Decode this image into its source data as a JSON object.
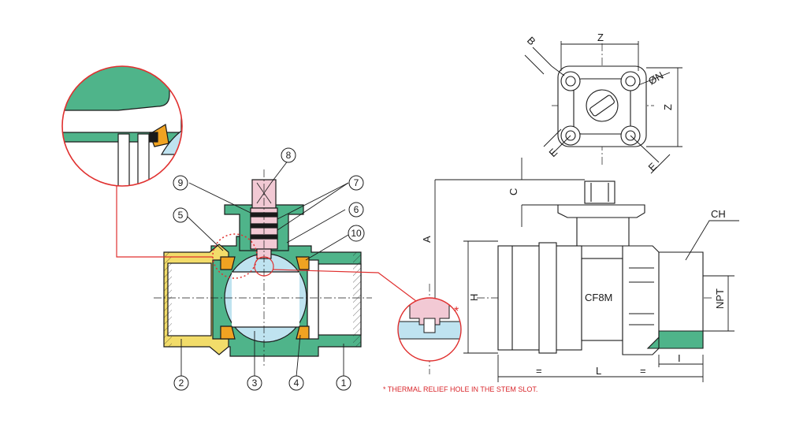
{
  "callouts": [
    "1",
    "2",
    "3",
    "4",
    "5",
    "6",
    "7",
    "8",
    "9",
    "10"
  ],
  "dims": {
    "A": "A",
    "B": "B",
    "C": "C",
    "H": "H",
    "L": "L",
    "Z_top": "Z",
    "Z_side": "Z",
    "E_left": "E",
    "E_right": "E",
    "ON": "ØN",
    "CH": "CH",
    "NPT": "NPT",
    "I": "I",
    "eq_left": "=",
    "eq_right": "="
  },
  "body_mark": "CF8M",
  "asterisk": "*",
  "note": "* THERMAL RELIEF HOLE IN THE STEM SLOT.",
  "colors": {
    "body": "#4fb48a",
    "insert": "#f2dc6a",
    "ball": "#bfe3f0",
    "seat": "#f0a322",
    "stem": "#f2c9d4",
    "outline": "#1a1a1a",
    "callout_red": "#e0302f"
  }
}
